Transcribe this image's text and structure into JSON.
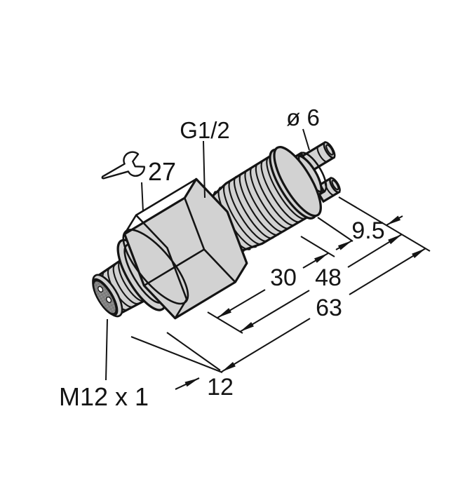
{
  "drawing": {
    "labels": {
      "process_thread": "G1/2",
      "tip_diameter": "ø 6",
      "wrench_size": "27",
      "connector_thread": "M12 x 1"
    },
    "dimensions": {
      "tip_length": "9.5",
      "thread_length": "30",
      "housing_length": "48",
      "total_length": "63",
      "connector_length": "12"
    },
    "colors": {
      "background": "#ffffff",
      "line": "#141414",
      "body_fill": "#d2d2d2",
      "face_fill": "#828282"
    }
  }
}
